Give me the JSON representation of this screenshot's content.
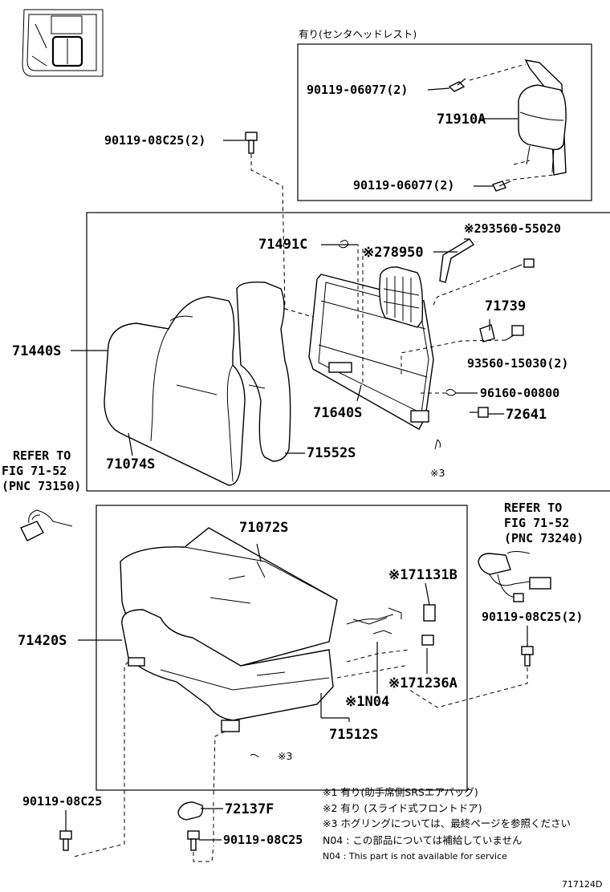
{
  "top_note": "有り(センタヘッドレスト)",
  "labels": {
    "p_90119_06077_a": "90119-06077(2)",
    "p_71910A": "71910A",
    "p_90119_06077_b": "90119-06077(2)",
    "p_90119_08C25_top": "90119-08C25(2)",
    "p_71491C": "71491C",
    "p_93560_55020": "※293560-55020",
    "p_78950": "※278950",
    "p_71739": "71739",
    "p_93560_15030": "93560-15030(2)",
    "p_96160_00800": "96160-00800",
    "p_72641": "72641",
    "p_71440S": "71440S",
    "p_71640S": "71640S",
    "p_71552S": "71552S",
    "p_71074S": "71074S",
    "p_mark3_upper": "※3",
    "p_71072S": "71072S",
    "p_71131B": "※171131B",
    "p_71420S": "71420S",
    "p_71236A": "※171236A",
    "p_N04": "※1N04",
    "p_71512S": "71512S",
    "p_mark3_lower": "※3",
    "p_90119_08C25_right": "90119-08C25(2)",
    "p_90119_08C25_left": "90119-08C25",
    "p_72137F": "72137F",
    "p_90119_08C25_bottom": "90119-08C25"
  },
  "refer_left": {
    "line1": "REFER TO",
    "line2": "FIG 71-52",
    "line3": "(PNC 73150)"
  },
  "refer_right": {
    "line1": "REFER TO",
    "line2": "FIG 71-52",
    "line3": "(PNC 73240)"
  },
  "notes": [
    "※1 有り(助手席側SRSエアバッグ)",
    "※2 有り (スライド式フロントドア)",
    "※3 ホグリングについては、最終ページを参照ください",
    "N04 : この部品については補給していません",
    "N04 : This part is not available for service"
  ],
  "diagram_id": "717124D"
}
